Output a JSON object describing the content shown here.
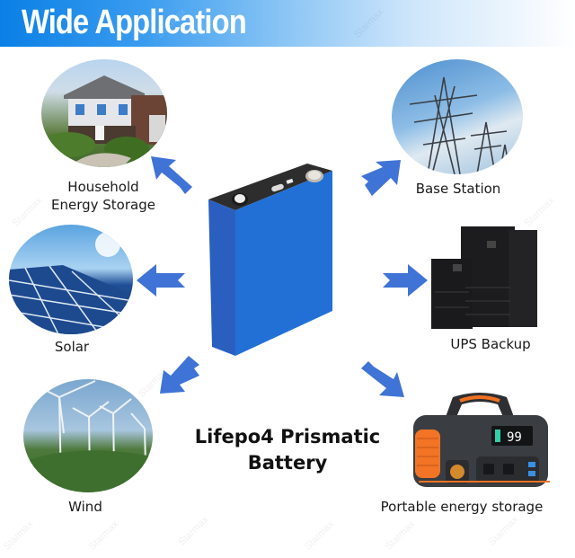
{
  "header": {
    "title": "Wide Application",
    "gradient_start": "#0a7fe6",
    "gradient_end": "#ffffff"
  },
  "center": {
    "title_line1": "Lifepo4 Prismatic",
    "title_line2": "Battery",
    "battery_color": "#1f67c6",
    "battery_top_color": "#2b2b2b"
  },
  "applications": [
    {
      "id": "household",
      "label_line1": "Household",
      "label_line2": "Energy Storage",
      "image": "house-photo"
    },
    {
      "id": "base-station",
      "label": "Base Station",
      "image": "power-tower-photo"
    },
    {
      "id": "solar",
      "label": "Solar",
      "image": "solar-panel-photo"
    },
    {
      "id": "ups",
      "label": "UPS Backup",
      "image": "ups-cabinet-photo"
    },
    {
      "id": "wind",
      "label": "Wind",
      "image": "wind-turbine-photo"
    },
    {
      "id": "portable",
      "label": "Portable energy storage",
      "image": "portable-power-station-photo",
      "display_value": "99"
    }
  ],
  "arrow_color": "#3f73d6",
  "watermark": "Starmax"
}
